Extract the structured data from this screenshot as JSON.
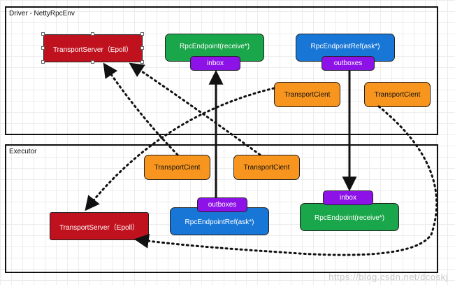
{
  "driver": {
    "label": "Driver - NettyRpcEnv",
    "transport_server": "TransportServer（Epoll）",
    "endpoint": "RpcEndpoint(receive*)",
    "endpoint_inbox": "inbox",
    "endpoint_ref": "RpcEndpointRef(ask*)",
    "endpoint_ref_outboxes": "outboxes",
    "client_1": "TransportCient",
    "client_2": "TransportCient"
  },
  "executor": {
    "label": "Executor",
    "client_1": "TransportCient",
    "client_2": "TransportCient",
    "transport_server": "TransportServer（Epoll）",
    "endpoint_ref_outboxes": "outboxes",
    "endpoint_ref": "RpcEndpointRef(ask*)",
    "endpoint_inbox": "inbox",
    "endpoint": "RpcEndpoint(receive*)"
  },
  "watermark": "https://blog.csdn.net/dcoskj",
  "colors": {
    "green": "#1aa64a",
    "blue": "#1876d6",
    "orange": "#f7951e",
    "red": "#c0121e",
    "purple": "#8d12e8"
  }
}
